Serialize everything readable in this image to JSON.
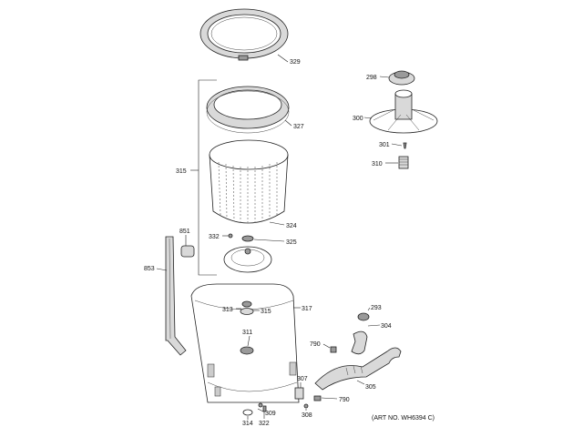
{
  "parts": {
    "p329": "329",
    "p298": "298",
    "p300": "300",
    "p301": "301",
    "p310": "310",
    "p327": "327",
    "p315a": "315",
    "p324": "324",
    "p332": "332",
    "p325": "325",
    "p851": "851",
    "p853": "853",
    "p317": "317",
    "p313": "313",
    "p315b": "315",
    "p293": "293",
    "p304": "304",
    "p311": "311",
    "p790a": "790",
    "p305": "305",
    "p307": "307",
    "p790b": "790",
    "p308": "308",
    "p309": "309",
    "p314": "314",
    "p322": "322"
  },
  "art_number": "(ART NO. WH6394 C)"
}
